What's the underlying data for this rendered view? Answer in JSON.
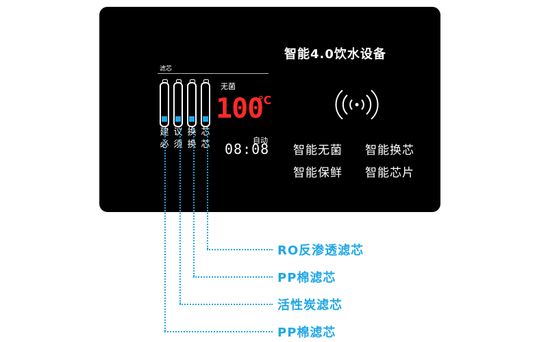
{
  "panel": {
    "title": "智能4.0饮水设备",
    "filter_label": "滤芯",
    "warning_col1": [
      "建",
      "必"
    ],
    "warning_col2": [
      "议",
      "须"
    ],
    "warning_col3": [
      "换",
      "换"
    ],
    "warning_col4": [
      "芯",
      "芯"
    ],
    "sterile_label": "无菌",
    "temperature": "100",
    "temperature_unit": "℃",
    "auto_label": "自动",
    "clock": "08:08",
    "features": [
      "智能无菌",
      "智能换芯",
      "智能保鲜",
      "智能芯片"
    ],
    "nfc_icon": "nfc-icon"
  },
  "callouts": [
    "RO反渗透滤芯",
    "PP棉滤芯",
    "活性炭滤芯",
    "PP棉滤芯"
  ],
  "colors": {
    "accent": "#1fa7e6",
    "temperature": "#ff2a2a",
    "panel": "#000000"
  }
}
